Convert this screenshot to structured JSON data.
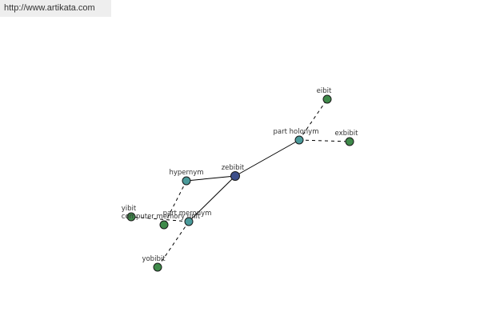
{
  "url": "http://www.artikata.com",
  "colors": {
    "center": "#3d4f8a",
    "relation": "#4a9a9a",
    "leaf": "#3f8a4a"
  },
  "nodes": [
    {
      "id": "zebibit",
      "label": "zebibit",
      "kind": "center"
    },
    {
      "id": "part_holonym",
      "label": "part holonym",
      "kind": "relation"
    },
    {
      "id": "hypernym",
      "label": "hypernym",
      "kind": "relation"
    },
    {
      "id": "part_meronym",
      "label": "part meronym",
      "kind": "relation"
    },
    {
      "id": "eibit",
      "label": "eibit",
      "kind": "leaf"
    },
    {
      "id": "exbibit",
      "label": "exbibit",
      "kind": "leaf"
    },
    {
      "id": "computer_memory_unit",
      "label": "computer memory unit",
      "kind": "leaf"
    },
    {
      "id": "yibit",
      "label": "yibit",
      "kind": "leaf"
    },
    {
      "id": "yobibit",
      "label": "yobibit",
      "kind": "leaf"
    }
  ],
  "edges": [
    {
      "from": "zebibit",
      "to": "part_holonym",
      "style": "solid"
    },
    {
      "from": "zebibit",
      "to": "hypernym",
      "style": "solid"
    },
    {
      "from": "zebibit",
      "to": "part_meronym",
      "style": "solid"
    },
    {
      "from": "part_holonym",
      "to": "eibit",
      "style": "dashed"
    },
    {
      "from": "part_holonym",
      "to": "exbibit",
      "style": "dashed"
    },
    {
      "from": "hypernym",
      "to": "computer_memory_unit",
      "style": "dashed"
    },
    {
      "from": "part_meronym",
      "to": "yibit",
      "style": "dashed"
    },
    {
      "from": "part_meronym",
      "to": "yobibit",
      "style": "dashed"
    }
  ]
}
